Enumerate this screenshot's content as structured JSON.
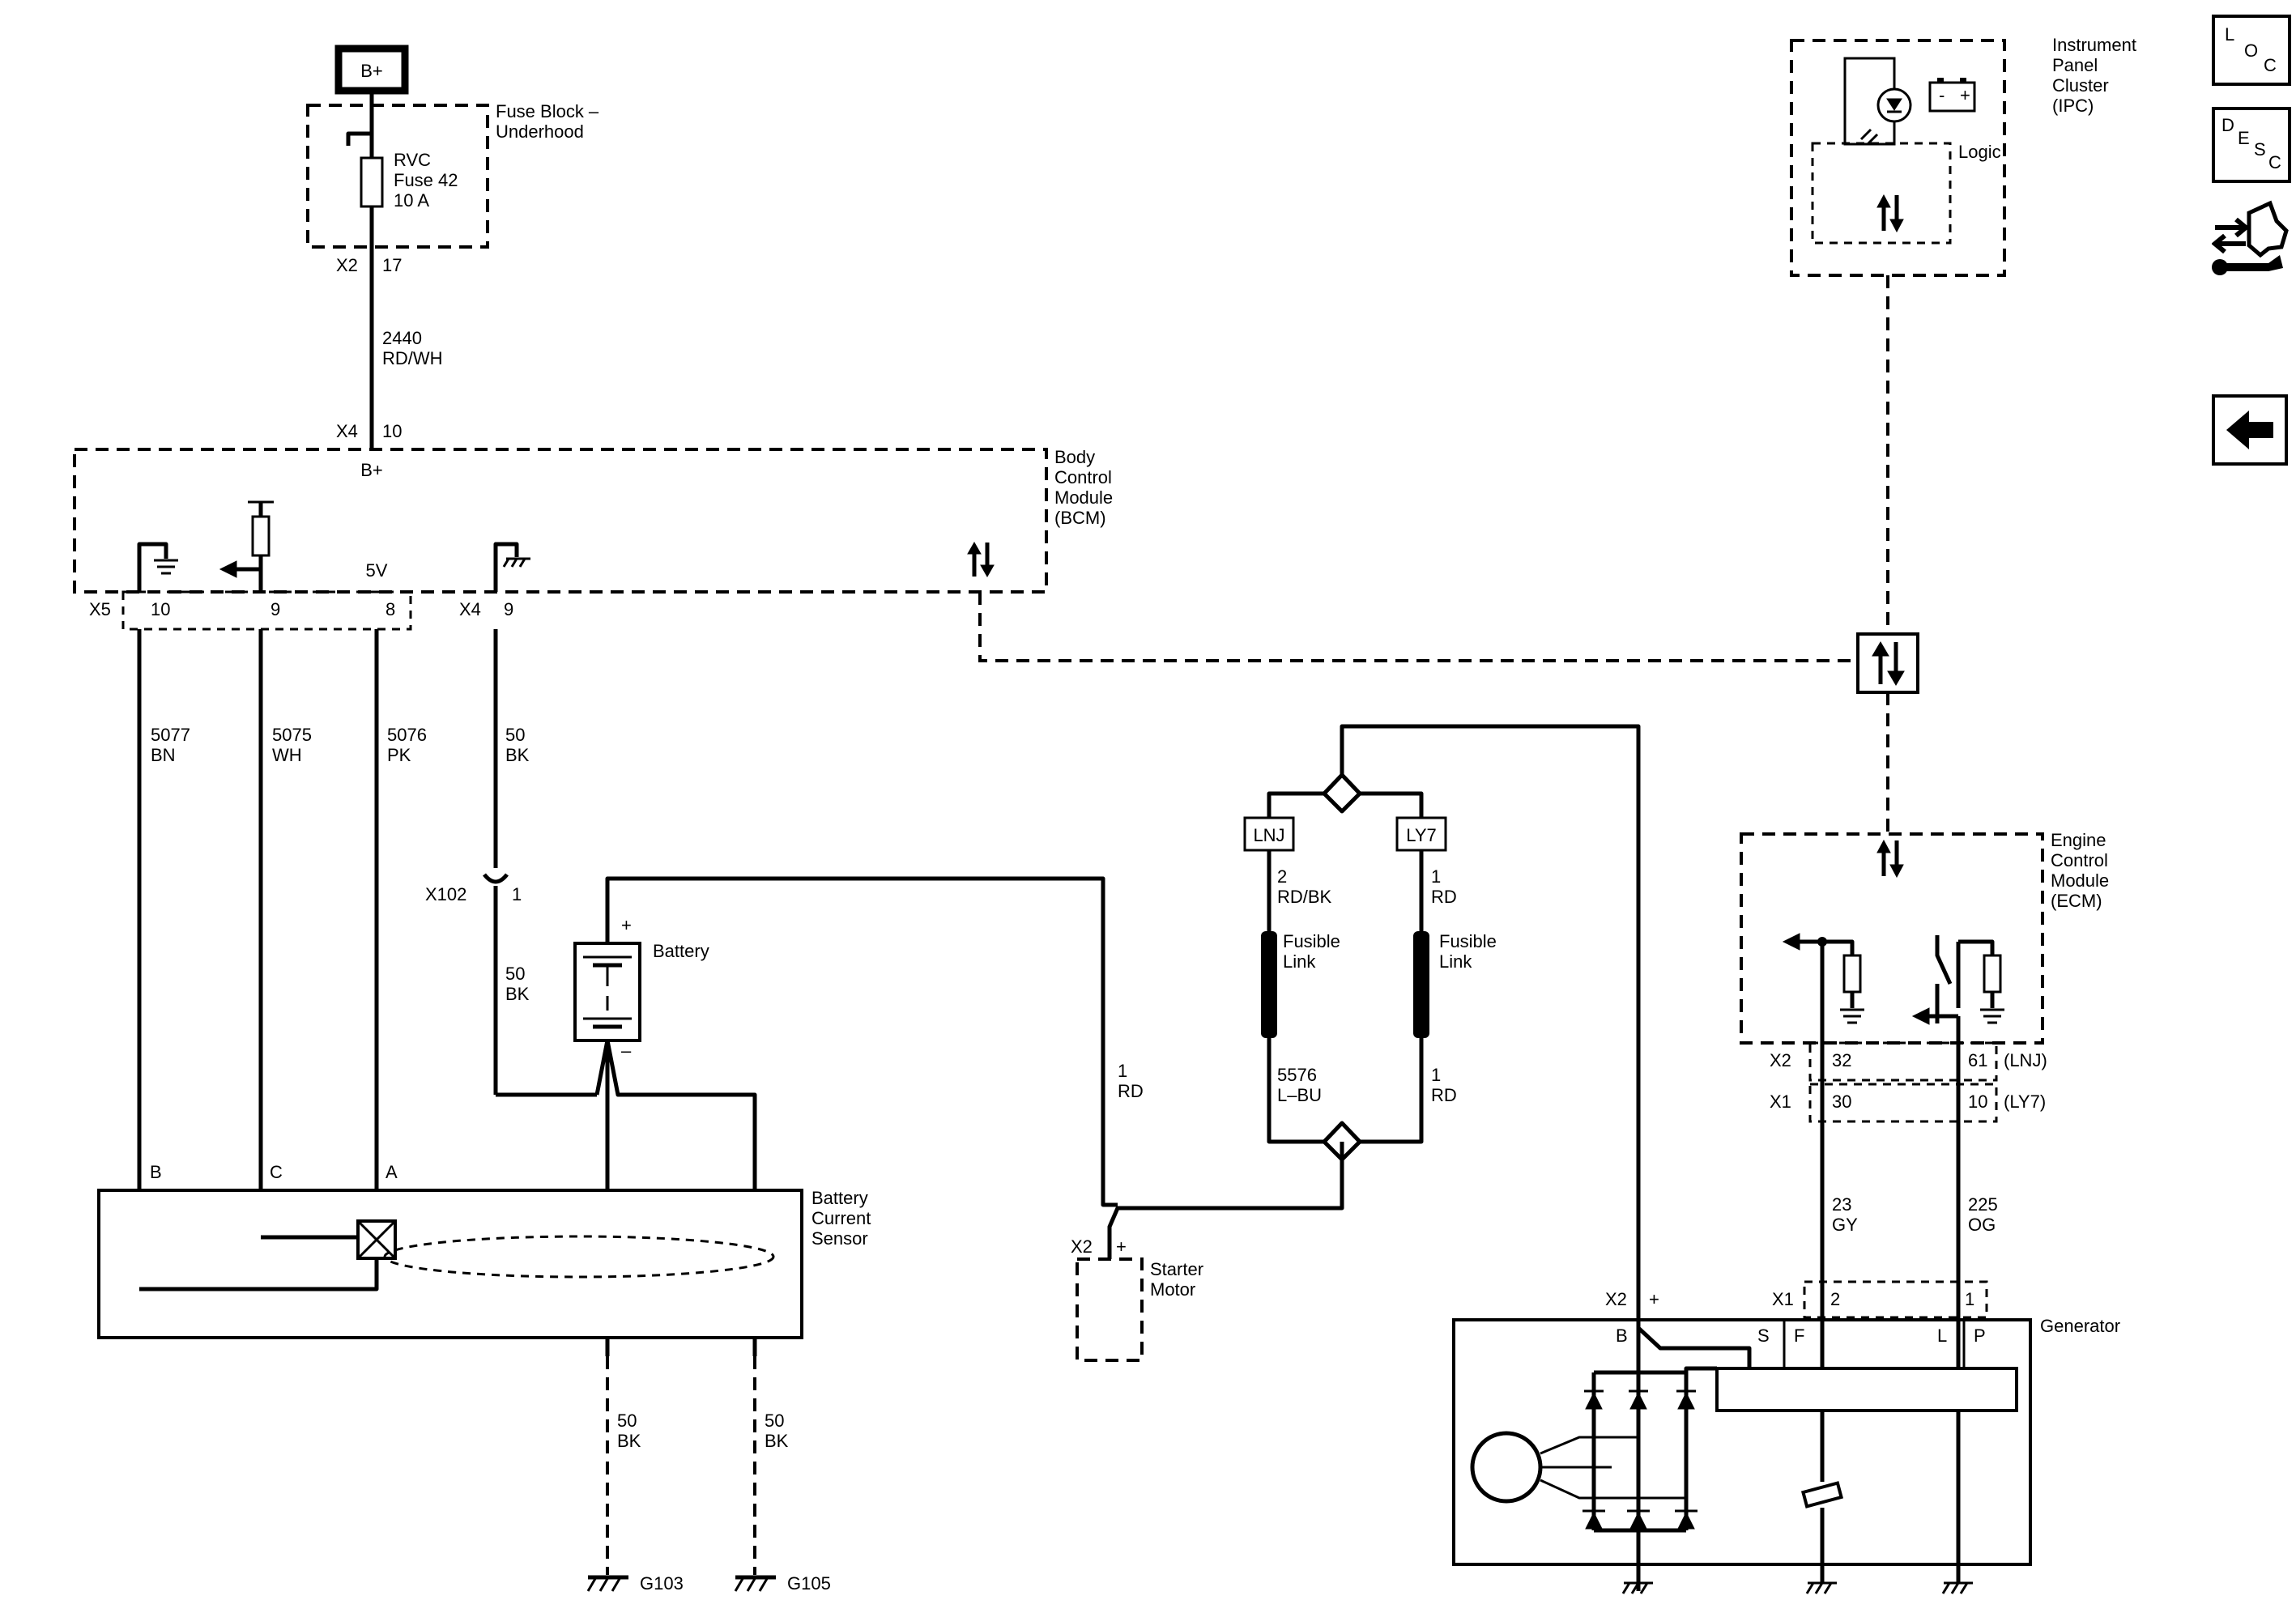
{
  "power": {
    "b_plus": "B+"
  },
  "fuse_block": {
    "name": [
      "Fuse Block –",
      "Underhood"
    ],
    "fuse": [
      "RVC",
      "Fuse 42",
      "10 A"
    ],
    "connector": "X2",
    "pin": "17"
  },
  "wires": {
    "feed": [
      "2440",
      "RD/WH"
    ],
    "w5077": [
      "5077",
      "BN"
    ],
    "w5075": [
      "5075",
      "WH"
    ],
    "w5076": [
      "5076",
      "PK"
    ],
    "w50a": [
      "50",
      "BK"
    ],
    "w50b": [
      "50",
      "BK"
    ],
    "w50c": [
      "50",
      "BK"
    ],
    "w50d": [
      "50",
      "BK"
    ],
    "w1rd_starter": [
      "1",
      "RD"
    ],
    "lnj_top": [
      "2",
      "RD/BK"
    ],
    "ly7_top": [
      "1",
      "RD"
    ],
    "lnj_bottom": [
      "5576",
      "L–BU"
    ],
    "ly7_bottom": [
      "1",
      "RD"
    ],
    "w23": [
      "23",
      "GY"
    ],
    "w225": [
      "225",
      "OG"
    ]
  },
  "bcm": {
    "name": [
      "Body",
      "Control",
      "Module",
      "(BCM)"
    ],
    "in_connector": "X4",
    "in_pin": "10",
    "b_plus_label": "B+",
    "five_v": "5V",
    "x5": "X5",
    "pins_x5": [
      "10",
      "9",
      "8"
    ],
    "x4": "X4",
    "pin_x4": "9"
  },
  "splice_x102": {
    "name": "X102",
    "pin": "1"
  },
  "battery": {
    "name": "Battery",
    "plus": "+",
    "minus": "–"
  },
  "sensor": {
    "name": [
      "Battery",
      "Current",
      "Sensor"
    ],
    "pins": [
      "B",
      "C",
      "A"
    ]
  },
  "grounds": {
    "g103": "G103",
    "g105": "G105"
  },
  "starter": {
    "name": [
      "Starter",
      "Motor"
    ],
    "connector": "X2",
    "pin": "+"
  },
  "fusible_links": {
    "lnj_tag": "LNJ",
    "ly7_tag": "LY7",
    "label": [
      "Fusible",
      "Link"
    ]
  },
  "ipc": {
    "name": [
      "Instrument",
      "Panel",
      "Cluster",
      "(IPC)"
    ],
    "logic": "Logic"
  },
  "ecm": {
    "name": [
      "Engine",
      "Control",
      "Module",
      "(ECM)"
    ],
    "x2": "X2",
    "x2_pins": [
      "32",
      "61"
    ],
    "x2_variant": "(LNJ)",
    "x1": "X1",
    "x1_pins": [
      "30",
      "10"
    ],
    "x1_variant": "(LY7)"
  },
  "generator": {
    "name": "Generator",
    "x2": "X2",
    "x2_pin": "+",
    "x1": "X1",
    "x1_pins": [
      "2",
      "1"
    ],
    "terminals": [
      "B",
      "S",
      "F",
      "L",
      "P"
    ]
  },
  "side_icons": [
    {
      "name": "loc-icon",
      "letters": [
        "L",
        "O",
        "C"
      ]
    },
    {
      "name": "desc-icon",
      "letters": [
        "D",
        "E",
        "S",
        "C"
      ]
    },
    {
      "name": "connector-tool-icon"
    },
    {
      "name": "back-arrow-icon"
    }
  ]
}
